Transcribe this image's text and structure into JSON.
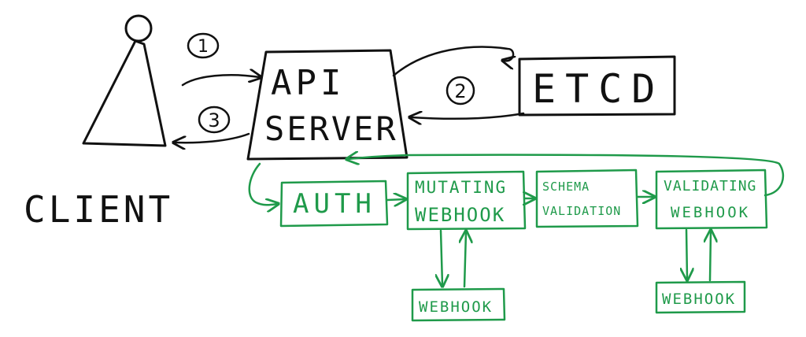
{
  "client": {
    "label": "CLIENT"
  },
  "api_server": {
    "line1": "API",
    "line2": "SERVER"
  },
  "etcd": {
    "label": "ETCD"
  },
  "steps": {
    "one": "1",
    "two": "2",
    "three": "3"
  },
  "pipeline": {
    "auth": "AUTH",
    "mutating": {
      "line1": "MUTATING",
      "line2": "WEBHOOK"
    },
    "schema": {
      "line1": "SCHEMA",
      "line2": "VALIDATION"
    },
    "validating": {
      "line1": "VALIDATING",
      "line2": "WEBHOOK"
    },
    "mutating_webhook": "WEBHOOK",
    "validating_webhook": "WEBHOOK"
  },
  "colors": {
    "ink": "#111111",
    "pipeline": "#1f9a4a"
  }
}
